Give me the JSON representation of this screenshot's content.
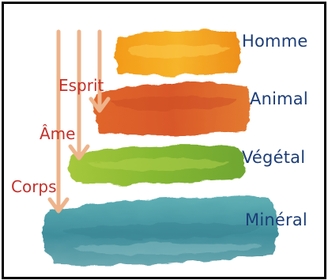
{
  "diagram": {
    "levels": [
      {
        "id": "homme",
        "label": "Homme",
        "color": "#f0a21a"
      },
      {
        "id": "animal",
        "label": "Animal",
        "color": "#e2622a"
      },
      {
        "id": "vegetal",
        "label": "Végétal",
        "color": "#8fbf36"
      },
      {
        "id": "mineral",
        "label": "Minéral",
        "color": "#4a9aa3"
      }
    ],
    "components": [
      {
        "id": "esprit",
        "label": "Esprit"
      },
      {
        "id": "ame",
        "label": "Âme"
      },
      {
        "id": "corps",
        "label": "Corps"
      }
    ],
    "colors": {
      "level_text": "#1c3d78",
      "component_text": "#c4302b",
      "arrow": "#eeb48c",
      "border": "#000000"
    }
  }
}
